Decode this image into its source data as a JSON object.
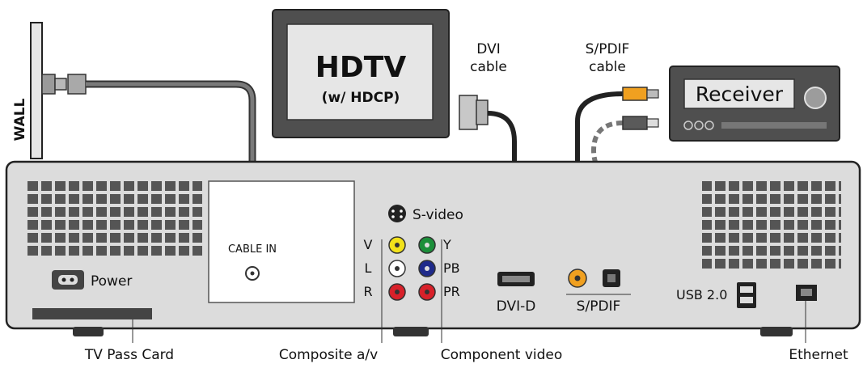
{
  "labels": {
    "wall": "WALL",
    "hdtv": "HDTV",
    "hdcp": "(w/ HDCP)",
    "dvi_cable_1": "DVI",
    "dvi_cable_2": "cable",
    "spdif_cable_1": "S/PDIF",
    "spdif_cable_2": "cable",
    "receiver": "Receiver",
    "svideo": "S-video",
    "cable_in": "CABLE IN",
    "power": "Power",
    "av_v": "V",
    "av_l": "L",
    "av_r": "R",
    "comp_y": "Y",
    "comp_pb": "PB",
    "comp_pr": "PR",
    "dvi_d": "DVI-D",
    "spdif_port": "S/PDIF",
    "usb": "USB 2.0",
    "tv_pass_card": "TV Pass Card",
    "composite_av": "Composite a/v",
    "component_video": "Component video",
    "ethernet": "Ethernet"
  },
  "colors": {
    "device_body": "#dcdcdc",
    "device_outline": "#2a2a2a",
    "dark_gray": "#555555",
    "cable_gray": "#6e6e6e",
    "screen_fill": "#e4e4e4",
    "jack_yellow": "#f2e21a",
    "jack_green": "#1b8f3a",
    "jack_white": "#ffffff",
    "jack_blue": "#1f2a8a",
    "jack_red": "#d8212a",
    "spdif_orange": "#f0a020"
  }
}
